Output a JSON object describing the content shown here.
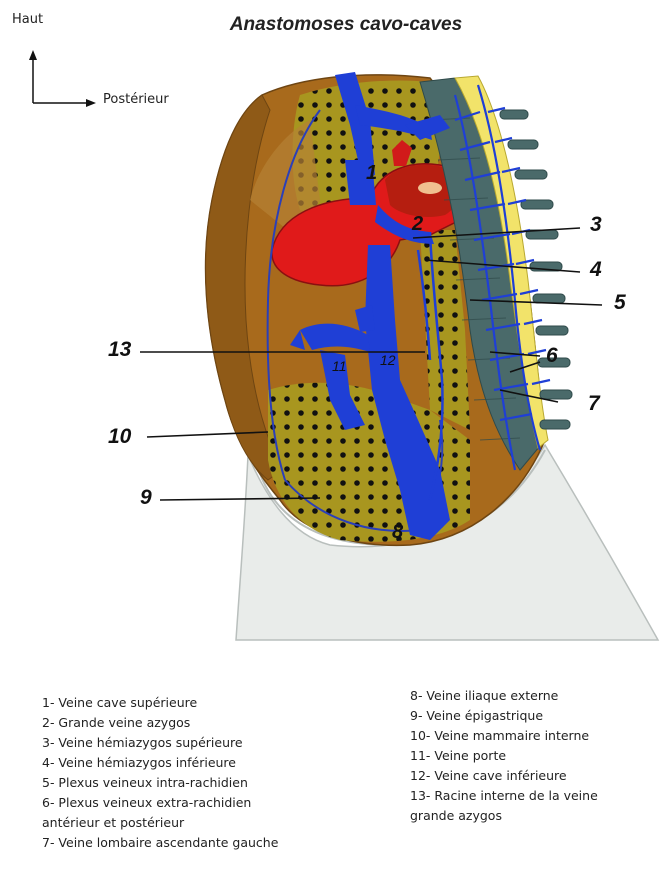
{
  "title": "Anastomoses cavo-caves",
  "orientation": {
    "up": "Haut",
    "right": "Postérieur"
  },
  "markers": [
    "1",
    "2",
    "3",
    "4",
    "5",
    "6",
    "7",
    "8",
    "9",
    "10",
    "11",
    "12",
    "13"
  ],
  "legend_left": [
    "1- Veine cave supérieure",
    "2- Grande veine azygos",
    "3- Veine hémiazygos supérieure",
    "4- Veine hémiazygos inférieure",
    "5- Plexus veineux intra-rachidien",
    "6- Plexus veineux extra-rachidien",
    "antérieur et postérieur",
    "7- Veine lombaire ascendante gauche"
  ],
  "legend_right": [
    "8- Veine iliaque externe",
    "9- Veine épigastrique",
    "10- Veine mammaire interne",
    "11- Veine porte",
    "12- Veine cave inférieure",
    "13- Racine interne de la veine",
    "grande azygos"
  ],
  "colors": {
    "tissue_brown": "#a86a1c",
    "fat_khaki": "#a8961f",
    "vein_blue": "#1f3fd6",
    "heart_red": "#e01a1a",
    "spine_slate": "#4a6a6a",
    "spinal_yellow": "#f2e36a",
    "pelvis_gray": "#e9ecea"
  }
}
